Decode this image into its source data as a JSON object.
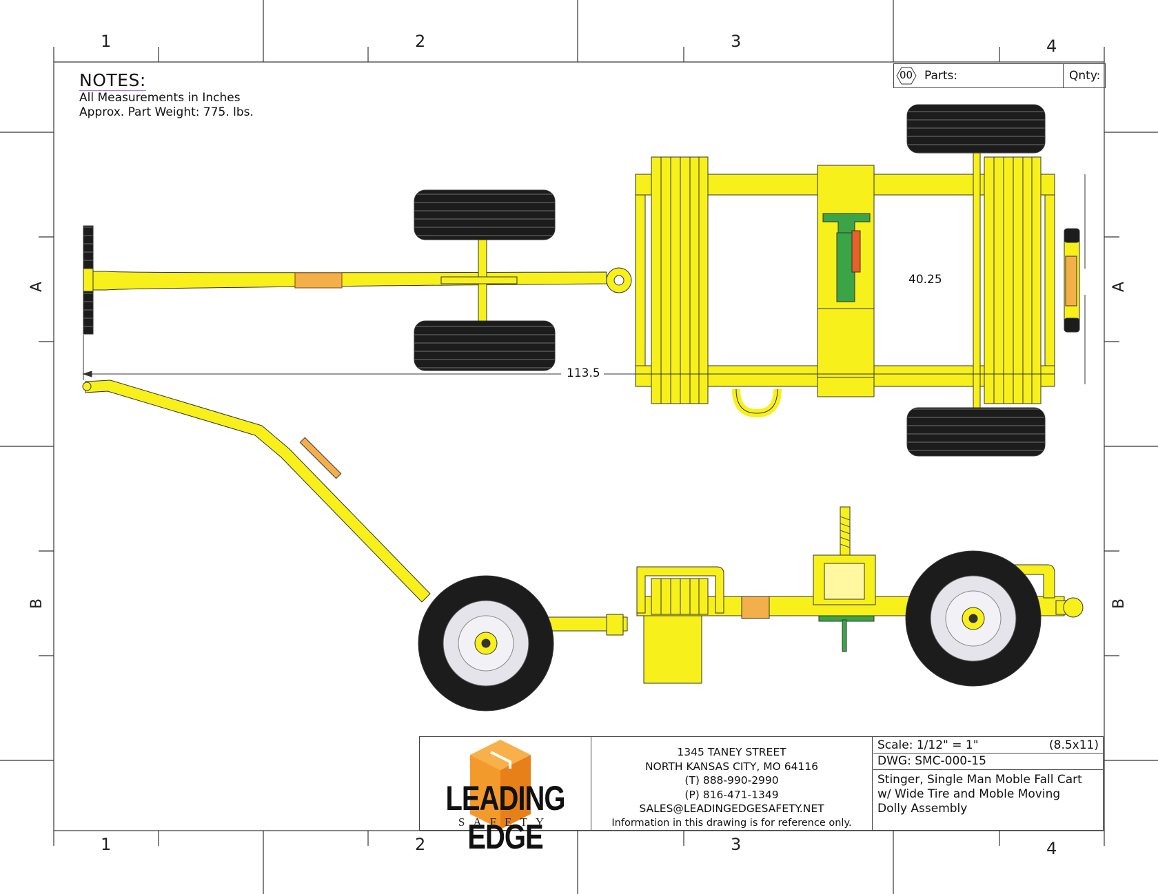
{
  "zones": {
    "cols": [
      "1",
      "2",
      "3",
      "4"
    ],
    "rows": [
      "A",
      "B"
    ]
  },
  "notes": {
    "heading": "NOTES:",
    "line1": "All Measurements in Inches",
    "line2": "Approx. Part Weight: 775. lbs."
  },
  "parts_table": {
    "badge": "00",
    "parts_label": "Parts:",
    "qty_label": "Qnty:"
  },
  "dimensions": {
    "length": "113.5",
    "width": "40.25"
  },
  "title_block": {
    "logo_word": "LEADING EDGE",
    "logo_sub": "SAFETY",
    "address": [
      "1345 TANEY STREET",
      "NORTH KANSAS CITY, MO 64116",
      "(T) 888-990-2990",
      "(P) 816-471-1349",
      "SALES@LEADINGEDGESAFETY.NET",
      "Information in this drawing is for reference only."
    ],
    "scale": "Scale: 1/12\" = 1\"",
    "sheet_size": "(8.5x11)",
    "dwg": "DWG: SMC-000-15",
    "title_lines": [
      "Stinger, Single Man Moble Fall Cart",
      "w/ Wide Tire and Moble Moving",
      "Dolly Assembly"
    ]
  },
  "colors": {
    "yellow": "#f7f01a",
    "tire": "#1c1c1c",
    "green": "#3aa447",
    "logo_orange": "#f39a2c"
  }
}
